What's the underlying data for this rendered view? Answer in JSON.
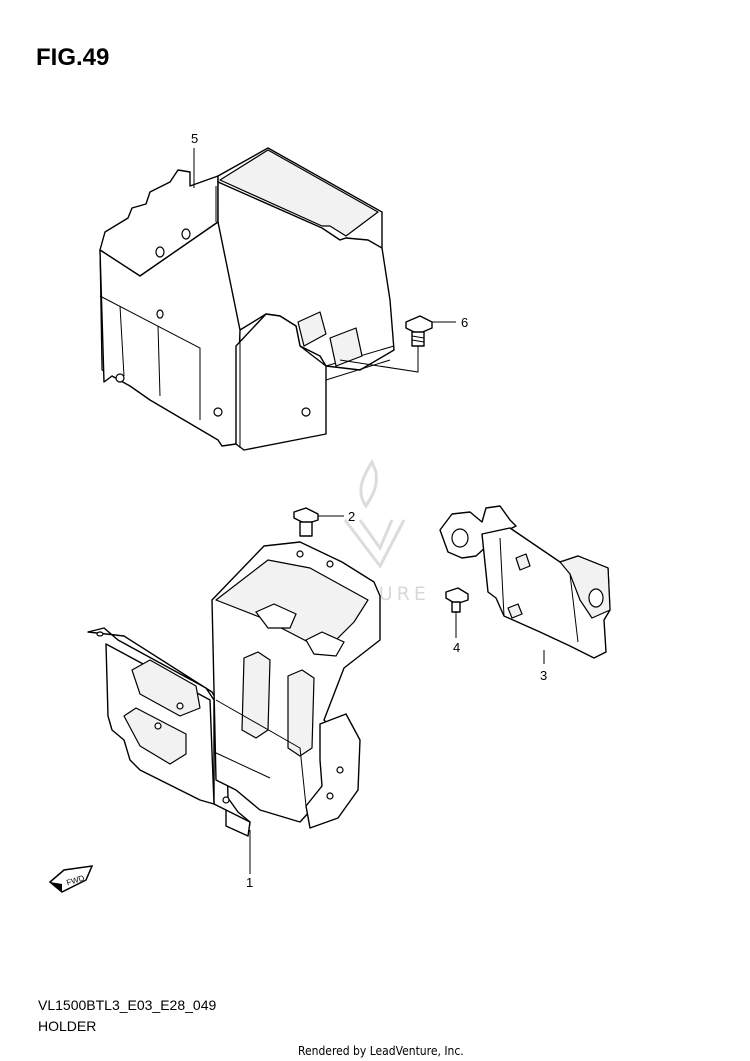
{
  "figure": {
    "title": "FIG.49"
  },
  "footer": {
    "code": "VL1500BTL3_E03_E28_049",
    "name": "HOLDER"
  },
  "rendered_by": "Rendered by LeadVenture, Inc.",
  "watermark": {
    "text": "LEADVENTURE"
  },
  "fwd_badge": {
    "text": "FWD"
  },
  "callouts": [
    {
      "id": "1",
      "label": "1"
    },
    {
      "id": "2",
      "label": "2"
    },
    {
      "id": "3",
      "label": "3"
    },
    {
      "id": "4",
      "label": "4"
    },
    {
      "id": "5",
      "label": "5"
    },
    {
      "id": "6",
      "label": "6"
    }
  ]
}
